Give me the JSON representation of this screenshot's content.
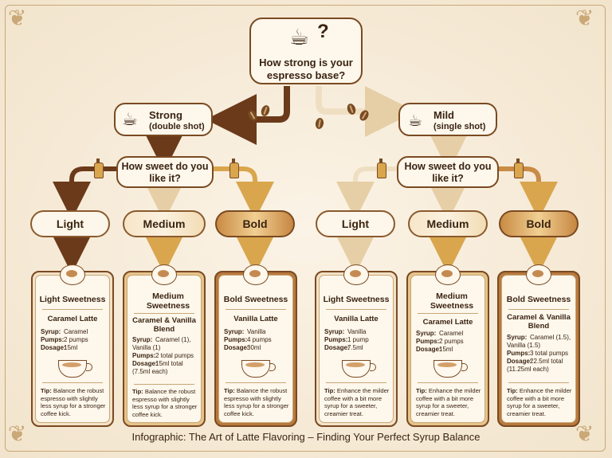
{
  "question_top": {
    "text": "How strong is your espresso base?",
    "mark": "?"
  },
  "branches": [
    {
      "key": "strong",
      "label": "Strong",
      "sub": "(double shot)",
      "sweet_question": "How sweet do you like it?"
    },
    {
      "key": "mild",
      "label": "Mild",
      "sub": "(single shot)",
      "sweet_question": "How sweet do you like it?"
    }
  ],
  "levels": [
    "Light",
    "Medium",
    "Bold",
    "Light",
    "Medium",
    "Bold"
  ],
  "cards": [
    {
      "title": "Light Sweetness",
      "drink": "Caramel Latte",
      "syrup": "Caramel",
      "pumps": "2 pumps",
      "dosage": "15ml",
      "tip": "Balance the robust espresso with slightly less syrup for a stronger coffee kick."
    },
    {
      "title": "Medium Sweetness",
      "drink": "Caramel & Vanilla Blend",
      "syrup": "Caramel (1), Vanilla (1)",
      "pumps": "2 total pumps",
      "dosage": "15ml total (7.5ml each)",
      "tip": "Balance the robust espresso with slightly less syrup for a stronger coffee kick."
    },
    {
      "title": "Bold Sweetness",
      "drink": "Vanilla Latte",
      "syrup": "Vanilla",
      "pumps": "4 pumps",
      "dosage": "30ml",
      "tip": "Balance the robust espresso with slightly less syrup for a stronger coffee kick."
    },
    {
      "title": "Light Sweetness",
      "drink": "Vanilla Latte",
      "syrup": "Vanilla",
      "pumps": "1 pump",
      "dosage": "7.5ml",
      "tip": "Enhance the milder coffee with a bit more syrup for a sweeter, creamier treat."
    },
    {
      "title": "Medium Sweetness",
      "drink": "Caramel Latte",
      "syrup": "Caramel",
      "pumps": "2 pumps",
      "dosage": "15ml",
      "tip": "Enhance the milder coffee with a bit more syrup for a sweeter, creamier treat."
    },
    {
      "title": "Bold Sweetness",
      "drink": "Caramel & Vanilla Blend",
      "syrup": "Caramel (1.5), Vanilla (1.5)",
      "pumps": "3 total pumps",
      "dosage": "22.5ml total (11.25ml each)",
      "tip": "Enhance the milder coffee with a bit more syrup for a sweeter, creamier treat."
    }
  ],
  "labels": {
    "syrup": "Syrup:",
    "pumps": "Pumps:",
    "dosage": "Dosage:",
    "tip": "Tip:"
  },
  "footer": "Infographic: The Art of Latte Flavoring – Finding Your Perfect Syrup Balance",
  "colors": {
    "dark_brown": "#6b3a1a",
    "cream": "#f1e2c4",
    "caramel": "#d9a64e",
    "background": "#f6ecdc"
  }
}
